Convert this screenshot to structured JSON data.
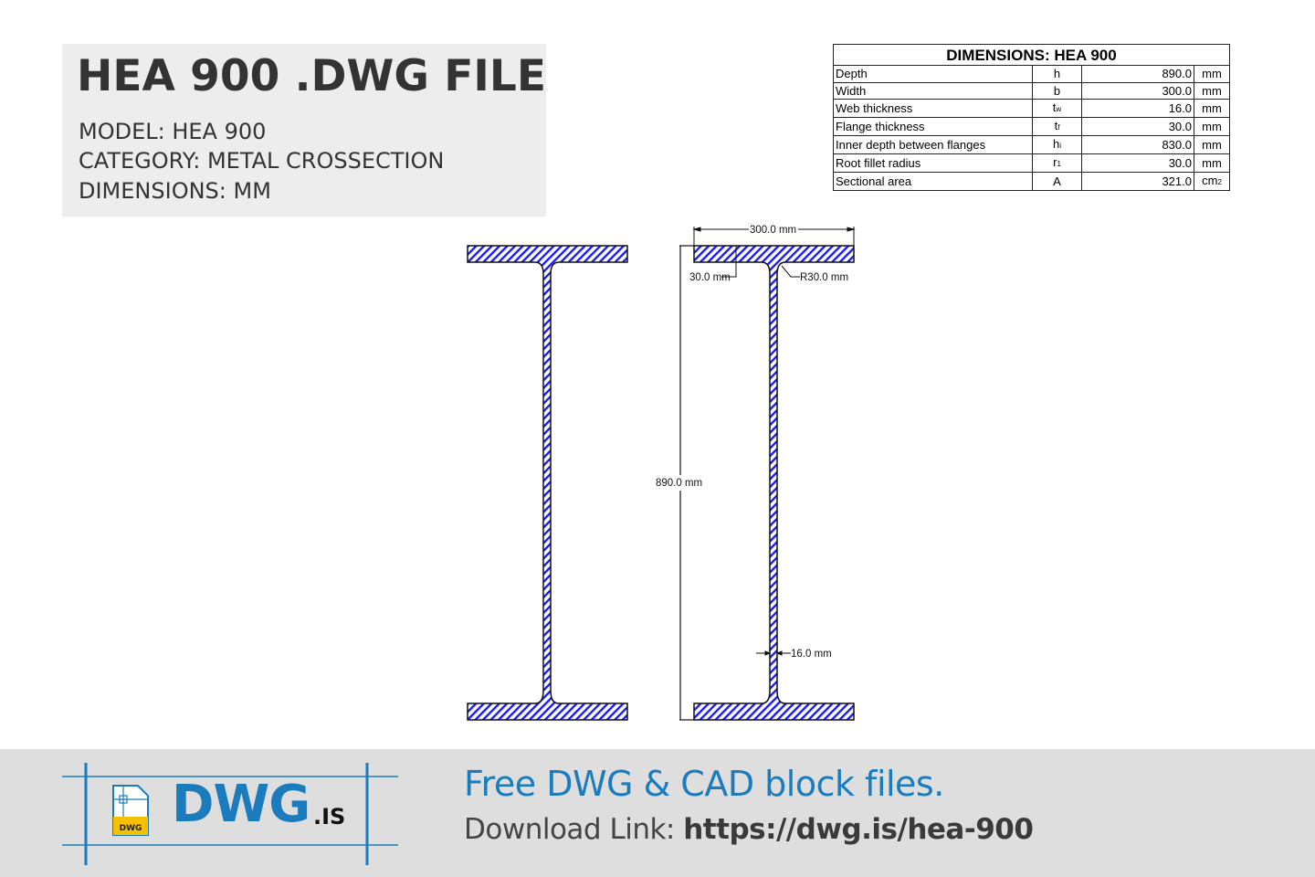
{
  "header": {
    "title": "HEA 900 .DWG FILE",
    "model_line": "MODEL:  HEA 900",
    "category_line": "CATEGORY:  METAL CROSSECTION",
    "dimensions_line": "DIMENSIONS:  MM"
  },
  "table": {
    "title": "DIMENSIONS: HEA 900",
    "rows": [
      {
        "label": "Depth",
        "symbol": "h",
        "symbol_sub": "",
        "value": "890.0",
        "unit": "mm",
        "unit_sub": ""
      },
      {
        "label": "Width",
        "symbol": "b",
        "symbol_sub": "",
        "value": "300.0",
        "unit": "mm",
        "unit_sub": ""
      },
      {
        "label": "Web thickness",
        "symbol": "t",
        "symbol_sub": "w",
        "value": "16.0",
        "unit": "mm",
        "unit_sub": ""
      },
      {
        "label": "Flange thickness",
        "symbol": "t",
        "symbol_sub": "f",
        "value": "30.0",
        "unit": "mm",
        "unit_sub": ""
      },
      {
        "label": "Inner depth between flanges",
        "symbol": "h",
        "symbol_sub": "i",
        "value": "830.0",
        "unit": "mm",
        "unit_sub": ""
      },
      {
        "label": "Root fillet radius",
        "symbol": "r",
        "symbol_sub": "1",
        "value": "30.0",
        "unit": "mm",
        "unit_sub": ""
      },
      {
        "label": "Sectional area",
        "symbol": "A",
        "symbol_sub": "",
        "value": "321.0",
        "unit": "cm",
        "unit_sub": "2"
      }
    ]
  },
  "drawing": {
    "hatch_color": "#1a1aff",
    "outline_color": "#111111",
    "annotations": {
      "width": "300.0 mm",
      "flange_thickness": "30.0 mm",
      "fillet_radius": "R30.0 mm",
      "depth": "890.0 mm",
      "web_thickness": "16.0 mm"
    }
  },
  "footer": {
    "logo_main": "DWG",
    "logo_suffix": ".IS",
    "logo_badge": "DWG",
    "tagline": "Free DWG & CAD block files.",
    "download_label": "Download Link: ",
    "download_url": "https://dwg.is/hea-900",
    "brand_color": "#1a7bbd",
    "badge_color": "#f5c000"
  }
}
